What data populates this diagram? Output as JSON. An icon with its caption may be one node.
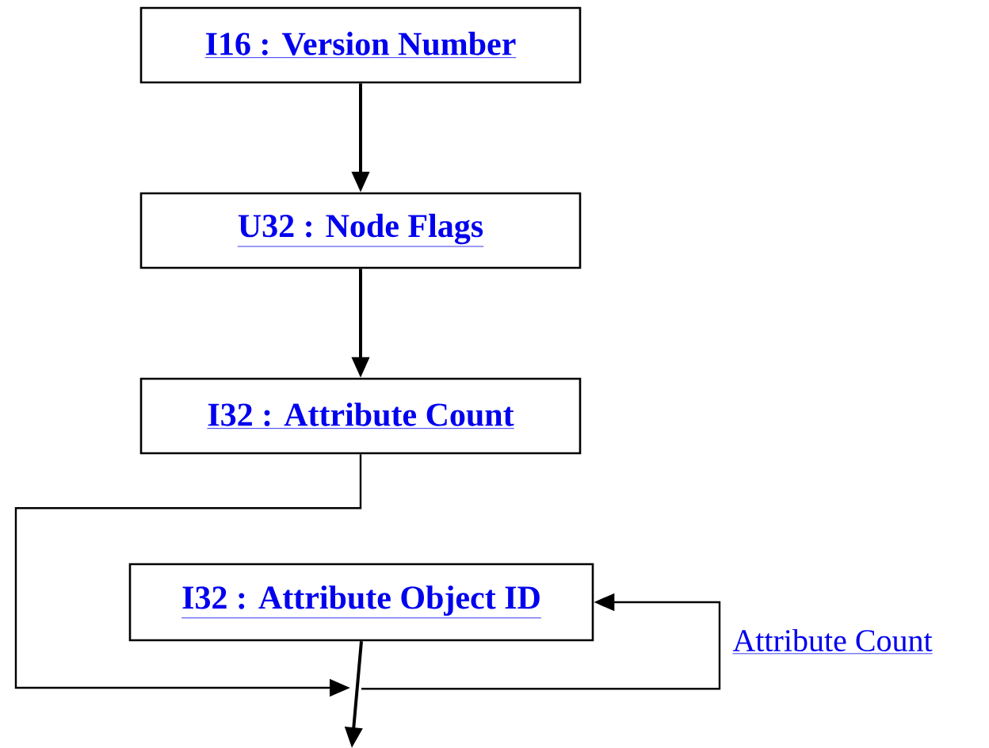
{
  "diagram": {
    "nodes": [
      {
        "text": [
          "I16 : Version Number"
        ]
      },
      {
        "text": [
          "U32 : Node Flags"
        ]
      },
      {
        "text": [
          "I32 : Attribute Count"
        ]
      },
      {
        "text": [
          "I32 : Attribute Object ID"
        ]
      }
    ],
    "edges": [
      {
        "from": 0,
        "to": 1,
        "arrow": "to"
      },
      {
        "from": 1,
        "to": 2,
        "arrow": "to"
      },
      {
        "from": 2,
        "to": null,
        "arrow": "to"
      },
      {
        "from": 3,
        "to": null,
        "arrow": "to"
      },
      {
        "from": 3,
        "to": 3,
        "arrow": "to",
        "label": "Attribute Count"
      }
    ]
  }
}
